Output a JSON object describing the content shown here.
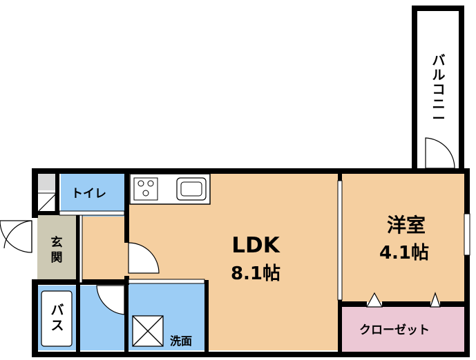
{
  "floorplan": {
    "rooms": {
      "ldk": {
        "name": "LDK",
        "size": "8.1帖"
      },
      "western_room": {
        "name": "洋室",
        "size": "4.1帖"
      },
      "toilet": {
        "name": "トイレ"
      },
      "entrance": {
        "name": "玄関"
      },
      "bath": {
        "name": "バス"
      },
      "washroom": {
        "name": "洗面"
      },
      "closet": {
        "name": "クローゼット"
      },
      "balcony": {
        "name": "バルコニー"
      }
    },
    "colors": {
      "wall": "#000000",
      "floor": "#f5cfa0",
      "wet_area": "#9ccdf5",
      "entrance": "#cdc9b4",
      "closet": "#ecc8d5",
      "grey": "#d9d9d9"
    }
  }
}
